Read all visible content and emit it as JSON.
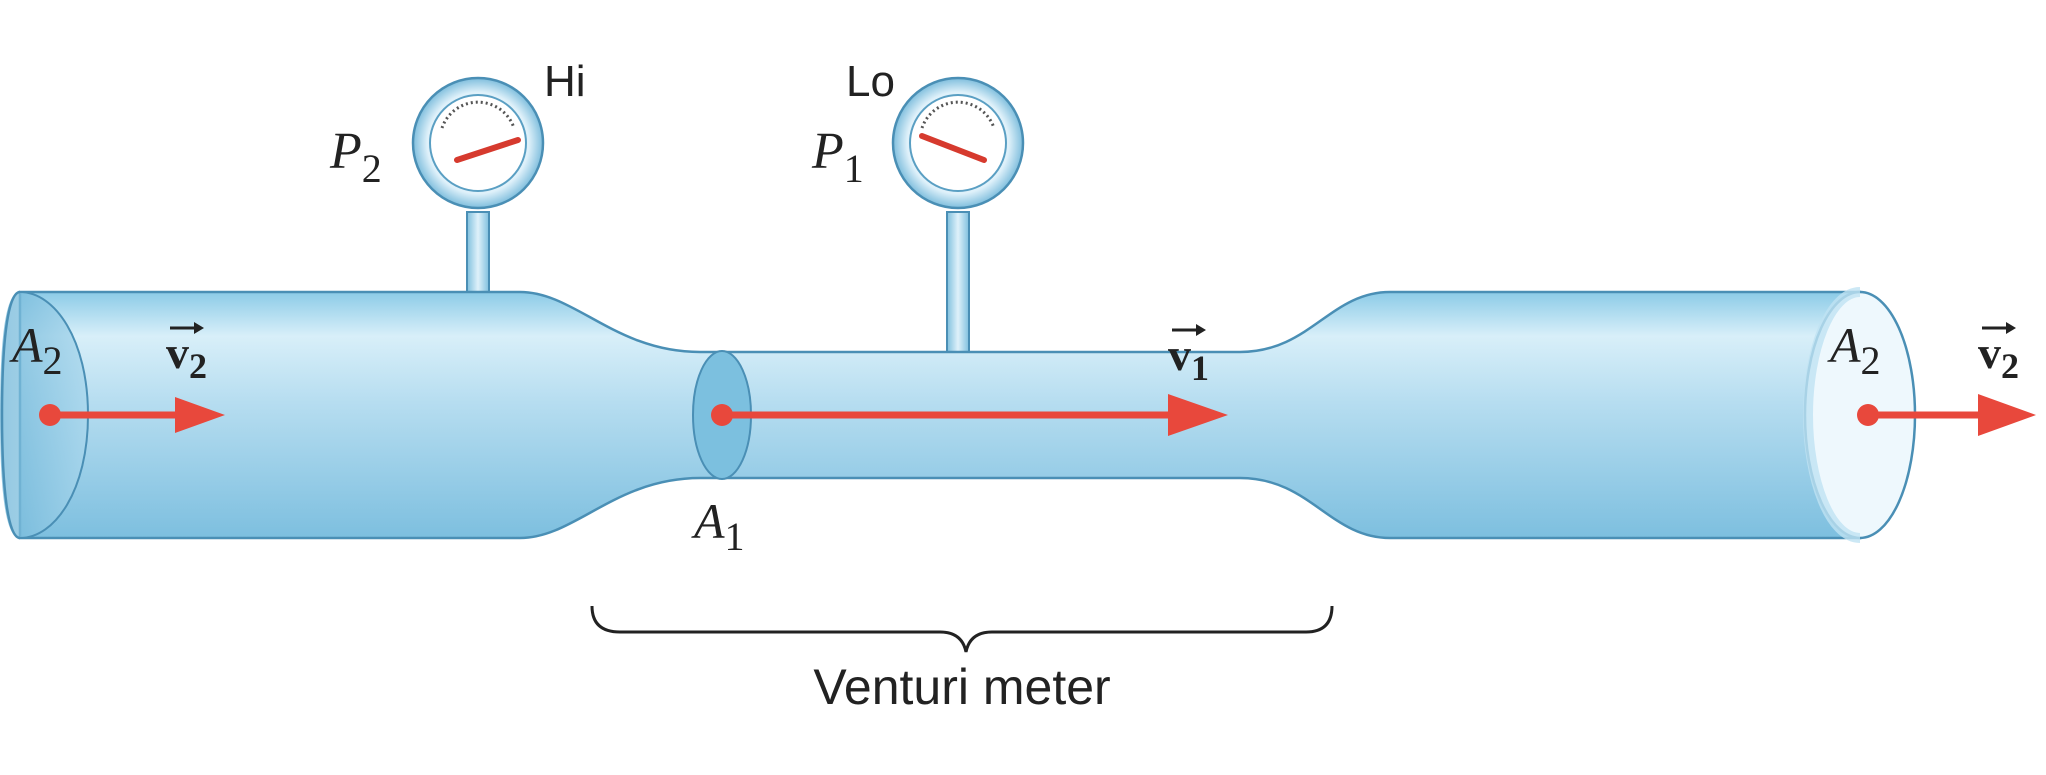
{
  "gauges": {
    "left": {
      "symbol": "P",
      "subscript": "2",
      "tag": "Hi"
    },
    "right": {
      "symbol": "P",
      "subscript": "1",
      "tag": "Lo"
    }
  },
  "areas": {
    "inlet": {
      "symbol": "A",
      "subscript": "2"
    },
    "throat": {
      "symbol": "A",
      "subscript": "1"
    },
    "outlet": {
      "symbol": "A",
      "subscript": "2"
    }
  },
  "velocities": {
    "inlet": {
      "symbol": "v",
      "subscript": "2"
    },
    "throat": {
      "symbol": "v",
      "subscript": "1"
    },
    "outlet": {
      "symbol": "v",
      "subscript": "2"
    }
  },
  "brace_label": "Venturi meter",
  "colors": {
    "pipe_fill": "#b9dff1",
    "pipe_dark": "#6fb6d8",
    "pipe_outline": "#4a8fb5",
    "arrow": "#e8483c",
    "needle": "#d63a2e"
  }
}
